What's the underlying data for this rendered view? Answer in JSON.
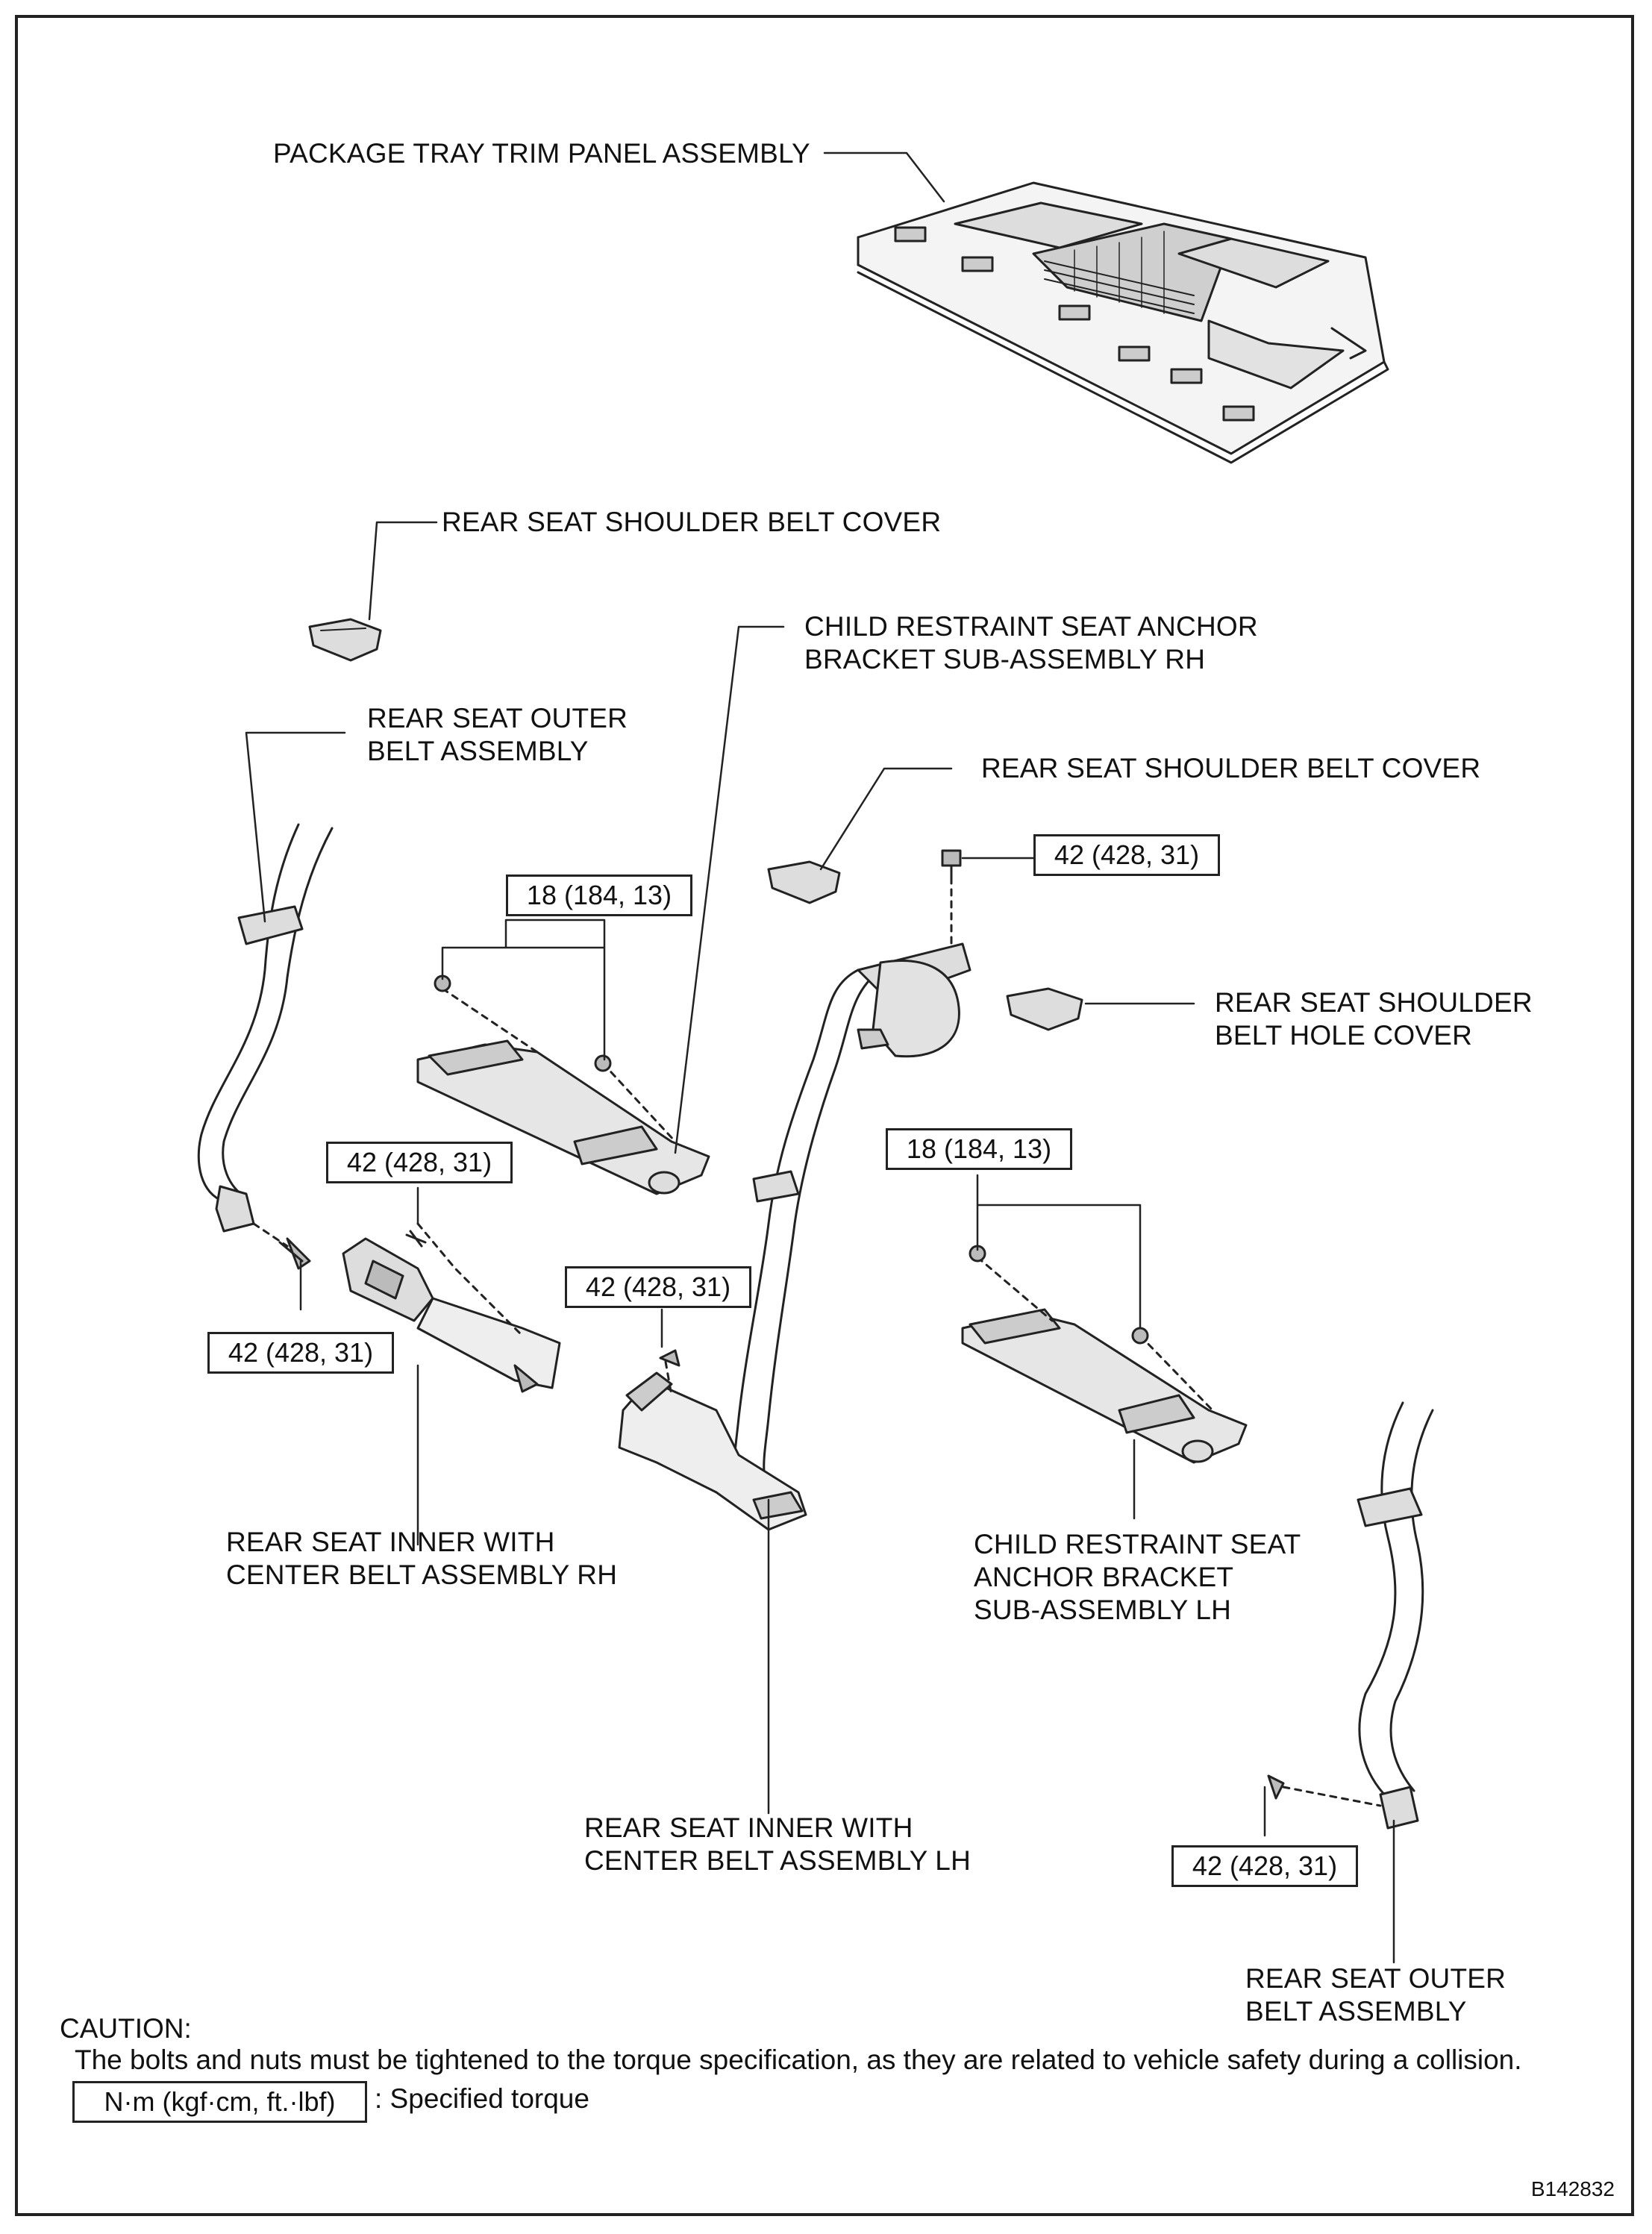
{
  "labels": {
    "package_tray": "PACKAGE TRAY TRIM PANEL ASSEMBLY",
    "shoulder_cover_1": "REAR SEAT SHOULDER BELT COVER",
    "child_anchor_rh": [
      "CHILD RESTRAINT SEAT ANCHOR",
      "BRACKET SUB-ASSEMBLY RH"
    ],
    "outer_belt_rh": [
      "REAR SEAT OUTER",
      "BELT ASSEMBLY"
    ],
    "shoulder_cover_2": "REAR SEAT SHOULDER BELT COVER",
    "hole_cover": [
      "REAR SEAT SHOULDER",
      "BELT HOLE COVER"
    ],
    "inner_belt_rh": [
      "REAR SEAT INNER WITH",
      "CENTER BELT ASSEMBLY RH"
    ],
    "child_anchor_lh": [
      "CHILD RESTRAINT SEAT",
      "ANCHOR BRACKET",
      "SUB-ASSEMBLY LH"
    ],
    "inner_belt_lh": [
      "REAR SEAT INNER WITH",
      "CENTER BELT ASSEMBLY LH"
    ],
    "outer_belt_lh": [
      "REAR SEAT OUTER",
      "BELT ASSEMBLY"
    ]
  },
  "torque": {
    "t1": "18 (184, 13)",
    "t2": "42 (428, 31)",
    "t3": "42 (428, 31)",
    "t4": "42 (428, 31)",
    "t5": "42 (428, 31)",
    "t6": "18 (184, 13)",
    "t7": "42 (428, 31)"
  },
  "caution": {
    "title": "CAUTION:",
    "text": "The bolts and nuts must be tightened to the torque specification, as they are related to vehicle safety during a collision."
  },
  "legend": {
    "box": "N·m (kgf·cm, ft.·lbf)",
    "text": ": Specified torque"
  },
  "figure_id": "B142832"
}
